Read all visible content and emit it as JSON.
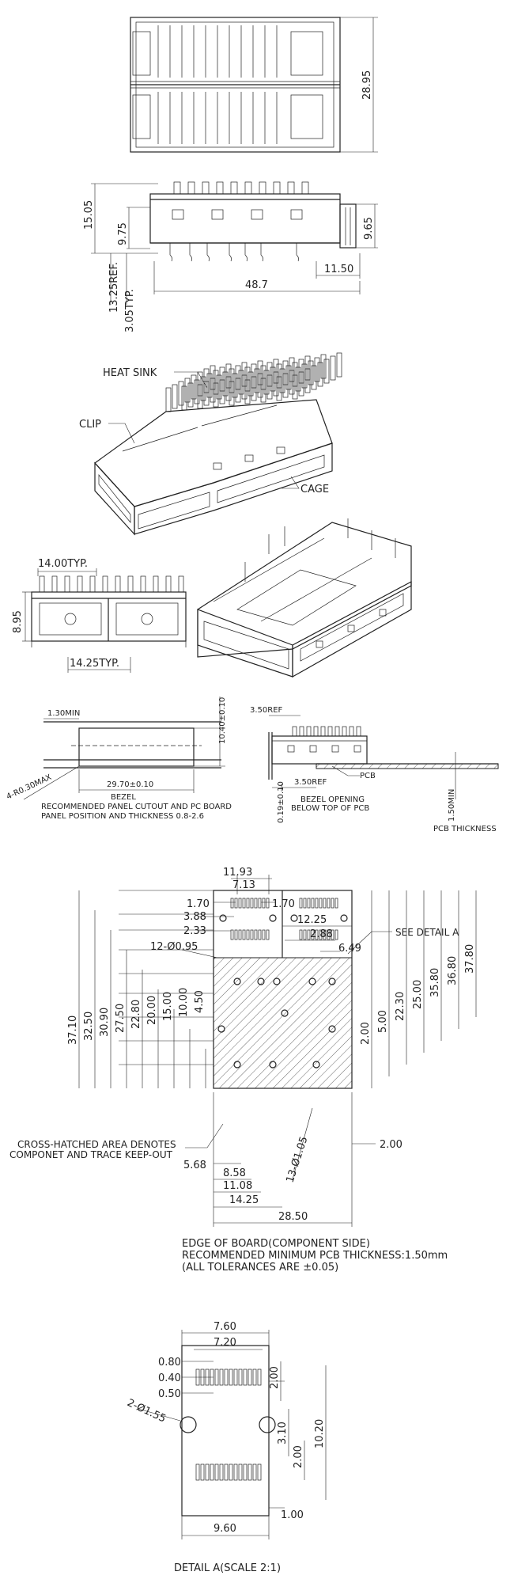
{
  "top_view": {
    "dim_width": "28.95"
  },
  "side_view": {
    "dim_height_total": "15.05",
    "dim_height_body": "9.75",
    "dim_height_right": "9.65",
    "dim_ref": "13.25REF.",
    "dim_typ": "3.05TYP.",
    "dim_tail": "11.50",
    "dim_length": "48.7"
  },
  "iso_view": {
    "label_heat_sink": "HEAT SINK",
    "label_clip": "CLIP",
    "label_cage": "CAGE"
  },
  "front_view": {
    "dim_pitch_top": "14.00TYP.",
    "dim_height": "8.95",
    "dim_pitch_bottom": "14.25TYP."
  },
  "panel_cutout": {
    "dim_min": "1.30MIN",
    "dim_height": "10.40±0.10",
    "dim_radius": "4-R0.30MAX",
    "dim_width": "29.70±0.10",
    "label_bezel": "BEZEL",
    "note_1": "RECOMMENDED PANEL CUTOUT AND PC BOARD",
    "note_2": "PANEL POSITION AND THICKNESS 0.8-2.6"
  },
  "panel_side": {
    "dim_ref_top": "3.50REF",
    "dim_offset": "0.19±0.10",
    "dim_ref_bottom": "3.50REF",
    "label_pcb": "PCB",
    "dim_pcb_min": "1.50MIN",
    "note_bezel_1": "BEZEL OPENING",
    "note_bezel_2": "BELOW TOP OF PCB",
    "note_pcb": "PCB THICKNESS"
  },
  "footprint": {
    "dims_top": [
      "11.93",
      "7.13",
      "1.70",
      "1.70",
      "3.88",
      "2.33",
      "12.25",
      "2.88",
      "6.49"
    ],
    "dim_holes": "12-Ø0.95",
    "see_detail": "SEE DETAIL A",
    "dims_left": [
      "37.10",
      "32.50",
      "30.90",
      "27.50",
      "22.80",
      "20.00",
      "15.00",
      "10.00",
      "4.50"
    ],
    "dims_right": [
      "2.00",
      "5.00",
      "22.30",
      "25.00",
      "35.80",
      "36.80",
      "37.80"
    ],
    "note_cross_1": "CROSS-HATCHED AREA DENOTES",
    "note_cross_2": "COMPONET AND TRACE KEEP-OUT",
    "dims_bottom": [
      "5.68",
      "8.58",
      "11.08",
      "14.25",
      "28.50"
    ],
    "dim_vias": "13-Ø1.05",
    "dim_right_small": "2.00",
    "note_edge": "EDGE OF BOARD(COMPONENT SIDE)",
    "note_pcb": "RECOMMENDED MINIMUM PCB THICKNESS:1.50mm",
    "note_tol": "(ALL TOLERANCES ARE ±0.05)"
  },
  "detail_a": {
    "dims_top": [
      "7.60",
      "7.20",
      "0.80",
      "0.40",
      "0.50"
    ],
    "dim_holes": "2-Ø1.55",
    "dims_right": [
      "2.00",
      "3.10",
      "2.00",
      "10.20"
    ],
    "dim_bottom_right": "1.00",
    "dim_bottom": "9.60",
    "title": "DETAIL A(SCALE 2:1)"
  },
  "colors": {
    "line": "#222222",
    "background": "#ffffff"
  }
}
